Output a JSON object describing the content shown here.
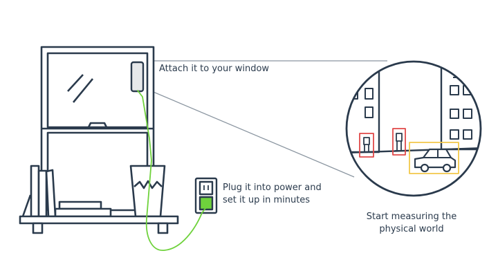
{
  "captions": {
    "attach": "Attach it to your window",
    "plug": "Plug it into power and\nset it up in minutes",
    "measure": "Start measuring the\nphysical world"
  },
  "colors": {
    "outline": "#2a3a4c",
    "cable": "#6fd23c",
    "sensor": "#e6e8ea",
    "pedestrian_box": "#e04848",
    "vehicle_box": "#f2c84a",
    "callout_line": "#8a95a0"
  },
  "icons": {
    "sensor": "sensor-device-icon",
    "outlet": "power-outlet-icon",
    "plant": "potted-plant-icon",
    "car": "car-icon",
    "person": "pedestrian-icon"
  }
}
